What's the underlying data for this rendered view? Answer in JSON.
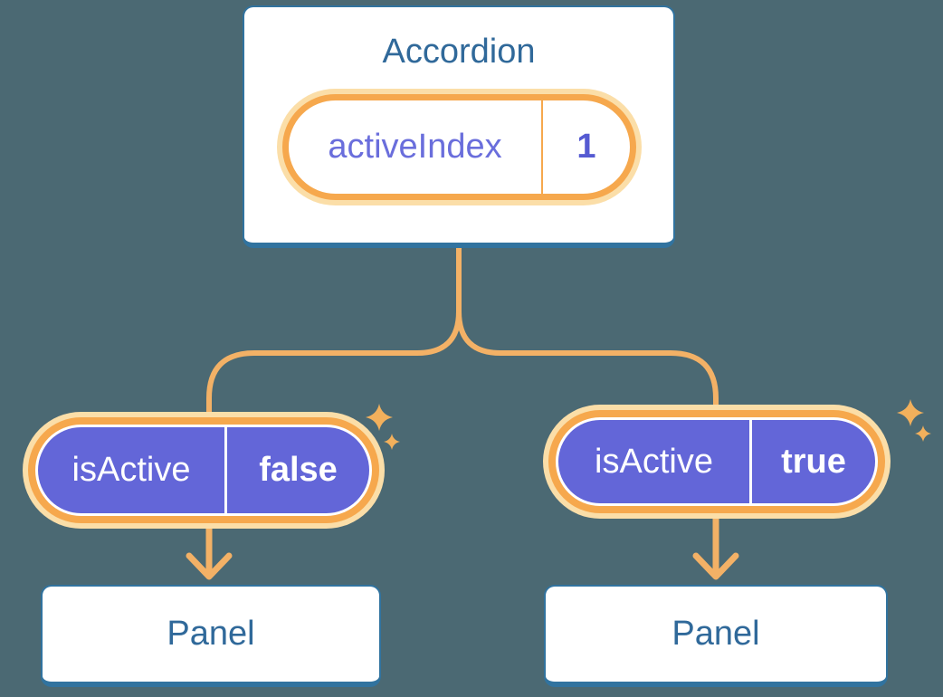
{
  "diagram": {
    "accordion": {
      "title": "Accordion",
      "state": {
        "name": "activeIndex",
        "value": "1"
      }
    },
    "panels": [
      {
        "prop_name": "isActive",
        "prop_value": "false",
        "label": "Panel"
      },
      {
        "prop_name": "isActive",
        "prop_value": "true",
        "label": "Panel"
      }
    ],
    "icons": {
      "sparkle": "sparkle-icon",
      "down_arrow": "down-arrow-icon"
    },
    "colors": {
      "background": "#4B6973",
      "card_border_blue": "#31739F",
      "heading_text_blue": "#30699A",
      "connector_orange": "#F3B166",
      "sparkle_orange": "#F2B05C",
      "pill_border_orange": "#F6A84D",
      "pill_glow_peach": "#FBDEA8",
      "pill_purple": "#6366D8",
      "state_name_text": "#6A6EDC",
      "state_value_text": "#555AD2",
      "prop_text": "#FFFFFF"
    }
  }
}
